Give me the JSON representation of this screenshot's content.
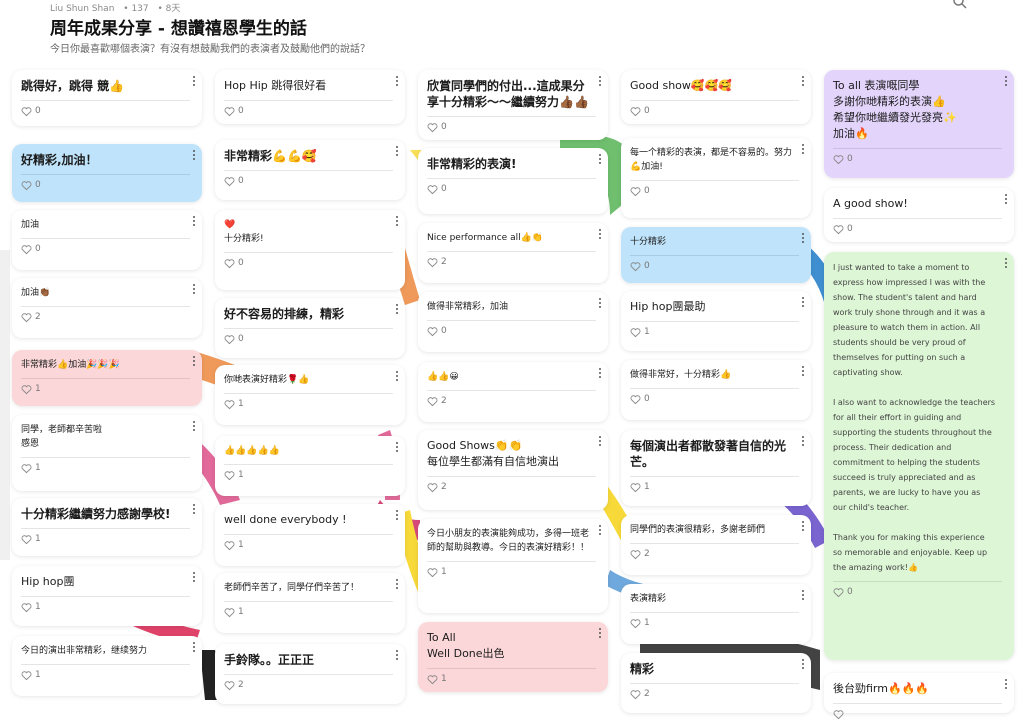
{
  "header": {
    "author": "Liu Shun Shan",
    "count": "• 137",
    "age": "• 8天",
    "title": "周年成果分享 - 想讚禧恩學生的話",
    "subtitle": "今日你最喜歡哪個表演？有沒有想鼓勵我們的表演者及鼓勵他們的說話？"
  },
  "colors": {
    "blue": "#bfe3fa",
    "pink": "#fbd7d9",
    "purple": "#e3d4fb",
    "green": "#ddf6d6",
    "white": "#ffffff"
  },
  "columns": [
    {
      "cards": [
        {
          "text": "跳得好，跳得 競👍",
          "likes": "0",
          "color": "white",
          "style": "bold"
        },
        {
          "text": "好精彩,加油！",
          "likes": "0",
          "color": "blue",
          "style": "bold"
        },
        {
          "text": "加油",
          "likes": "0",
          "color": "white",
          "style": "small"
        },
        {
          "text": "加油👏🏾",
          "likes": "2",
          "color": "white",
          "style": "small"
        },
        {
          "text": "非常精彩👍加油🎉🎉🎉",
          "likes": "1",
          "color": "pink",
          "style": "small"
        },
        {
          "text": "同學，老師都辛苦啦\n感恩",
          "likes": "1",
          "color": "white",
          "style": "small"
        },
        {
          "text": "十分精彩繼續努力感謝學校!",
          "likes": "1",
          "color": "white",
          "style": "bold"
        },
        {
          "text": "Hip hop團",
          "likes": "1",
          "color": "white",
          "style": "normal"
        },
        {
          "text": "今日的演出非常精彩，继续努力",
          "likes": "1",
          "color": "white",
          "style": "small"
        }
      ]
    },
    {
      "cards": [
        {
          "text": "Hop Hip 跳得很好看",
          "likes": "0",
          "color": "white",
          "style": "normal"
        },
        {
          "text": "非常精彩💪💪🥰",
          "likes": "0",
          "color": "white",
          "style": "bold"
        },
        {
          "text": "❤️\n十分精彩!",
          "likes": "0",
          "color": "white",
          "style": "small"
        },
        {
          "text": "好不容易的排練，精彩",
          "likes": "0",
          "color": "white",
          "style": "bold"
        },
        {
          "text": "你哋表演好精彩🌹👍",
          "likes": "1",
          "color": "white",
          "style": "small"
        },
        {
          "text": "👍👍👍👍👍",
          "likes": "1",
          "color": "white",
          "style": "small"
        },
        {
          "text": "well done everybody !",
          "likes": "1",
          "color": "white",
          "style": "normal"
        },
        {
          "text": "老師們辛苦了，同學仔們辛苦了！",
          "likes": "1",
          "color": "white",
          "style": "small"
        },
        {
          "text": "手鈴隊。。正正正",
          "likes": "2",
          "color": "white",
          "style": "bold"
        }
      ]
    },
    {
      "cards": [
        {
          "text": "欣賞同學們的付出...這成果分享十分精彩～～繼續努力👍🏾👍🏾",
          "likes": "0",
          "color": "white",
          "style": "bold"
        },
        {
          "text": "非常精彩的表演!",
          "likes": "0",
          "color": "white",
          "style": "bold"
        },
        {
          "text": "Nice performance all👍👏",
          "likes": "2",
          "color": "white",
          "style": "small"
        },
        {
          "text": "做得非常精彩，加油",
          "likes": "0",
          "color": "white",
          "style": "small"
        },
        {
          "text": "👍👍😀",
          "likes": "2",
          "color": "white",
          "style": "small"
        },
        {
          "text": "Good Shows👏👏\n每位學生都滿有自信地演出",
          "likes": "2",
          "color": "white",
          "style": "normal"
        },
        {
          "text": "今日小朋友的表演能夠成功，多得一班老師的幫助與教導。今日的表演好精彩！！",
          "likes": "1",
          "color": "white",
          "style": "small"
        },
        {
          "text": "To All\nWell Done出色",
          "likes": "1",
          "color": "pink",
          "style": "normal"
        }
      ]
    },
    {
      "cards": [
        {
          "text": "Good show🥰🥰🥰",
          "likes": "0",
          "color": "white",
          "style": "normal"
        },
        {
          "text": "每一个精彩的表演，都是不容易的。努力💪加油!",
          "likes": "0",
          "color": "white",
          "style": "small"
        },
        {
          "text": "十分精彩",
          "likes": "0",
          "color": "blue",
          "style": "small"
        },
        {
          "text": "Hip hop團最助",
          "likes": "1",
          "color": "white",
          "style": "normal"
        },
        {
          "text": "做得非常好，十分精彩👍",
          "likes": "0",
          "color": "white",
          "style": "small"
        },
        {
          "text": "每個演出者都散發著自信的光芒。",
          "likes": "1",
          "color": "white",
          "style": "bold"
        },
        {
          "text": "同學們的表演很精彩，多謝老師們",
          "likes": "2",
          "color": "white",
          "style": "small"
        },
        {
          "text": "表演精彩",
          "likes": "1",
          "color": "white",
          "style": "small"
        },
        {
          "text": "精彩",
          "likes": "2",
          "color": "white",
          "style": "bold"
        }
      ]
    },
    {
      "cards": [
        {
          "text": "To all 表演嘅同學\n多謝你哋精彩的表演👍\n希望你哋繼續發光發亮✨\n加油🔥",
          "likes": "0",
          "color": "purple",
          "style": "normal"
        },
        {
          "text": "A good show!",
          "likes": "0",
          "color": "white",
          "style": "normal"
        },
        {
          "text": "I just wanted to take a moment to express how impressed I was with the show. The student's talent and hard work truly shone through and it was a pleasure to watch them in action. All students should be very proud of themselves for putting on such a captivating show.\n\nI also want to acknowledge the teachers for all their effort in guiding and supporting the students throughout the process. Their dedication and commitment to helping the students succeed is truly appreciated and as parents, we are lucky to have you as our child's teacher.\n\nThank you for making this experience so memorable and enjoyable. Keep up the amazing work!👍",
          "likes": "0",
          "color": "green",
          "style": "long"
        },
        {
          "text": "後台勁firm🔥🔥🔥",
          "likes": "",
          "color": "white",
          "style": "normal"
        }
      ]
    }
  ]
}
